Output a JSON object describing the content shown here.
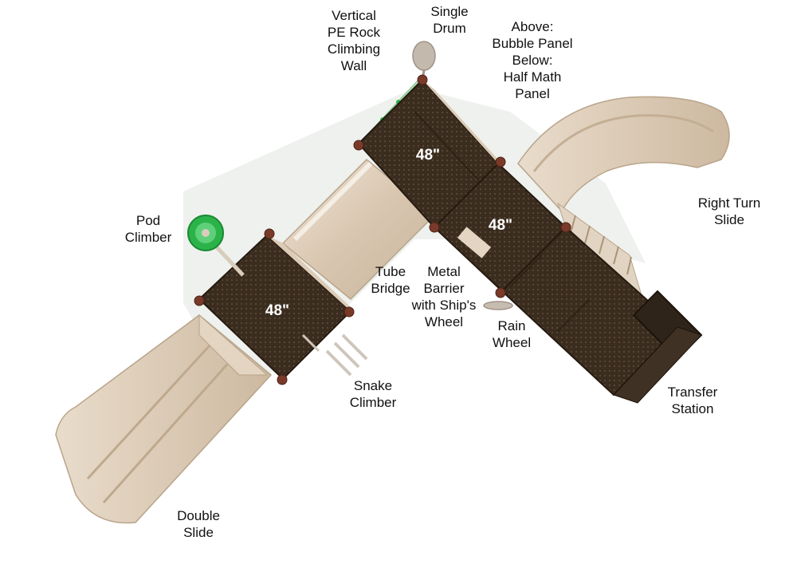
{
  "labels": {
    "rock_wall": [
      "Vertical",
      "PE Rock",
      "Climbing",
      "Wall"
    ],
    "single_drum": [
      "Single",
      "Drum"
    ],
    "bubble_panel": [
      "Above:",
      "Bubble Panel",
      "Below:",
      "Half Math",
      "Panel"
    ],
    "right_turn_slide": [
      "Right Turn",
      "Slide"
    ],
    "pod_climber": [
      "Pod",
      "Climber"
    ],
    "tube_bridge": [
      "Tube",
      "Bridge"
    ],
    "metal_barrier": [
      "Metal",
      "Barrier",
      "with Ship's",
      "Wheel"
    ],
    "rain_wheel": [
      "Rain",
      "Wheel"
    ],
    "snake_climber": [
      "Snake",
      "Climber"
    ],
    "transfer_station": [
      "Transfer",
      "Station"
    ],
    "double_slide": [
      "Double",
      "Slide"
    ]
  },
  "decks": {
    "left_deck": "48\"",
    "upper_deck": "48\"",
    "right_deck": "48\""
  },
  "colors": {
    "deck": "#3a2c1e",
    "post": "#7a3a2a",
    "beige": "#dccbb6",
    "green": "#2bb34a",
    "shadow": "#e8ece8"
  }
}
